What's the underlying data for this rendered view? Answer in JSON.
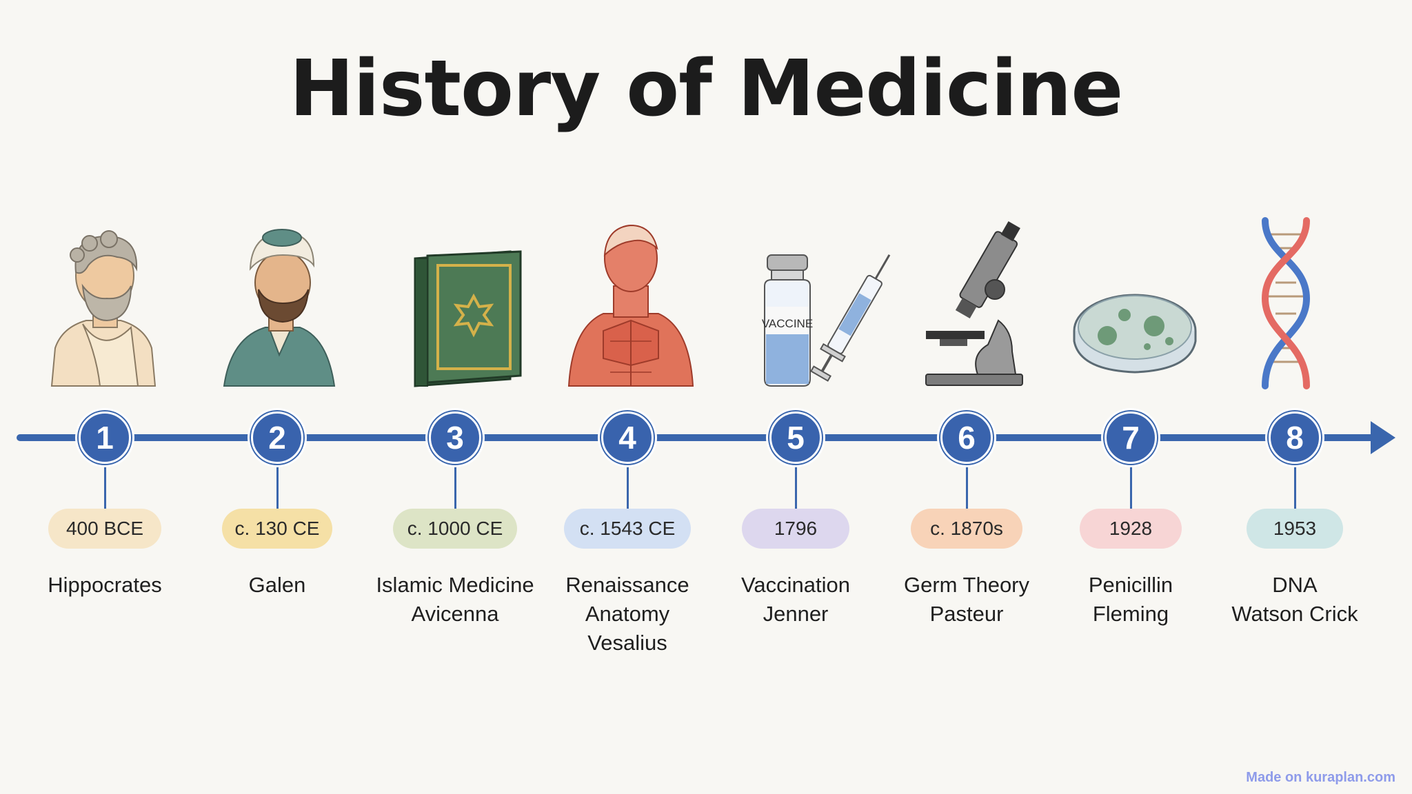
{
  "title": "History of Medicine",
  "accent_color": "#3a66ad",
  "credit": "Made on kuraplan.com",
  "events": [
    {
      "number": "1",
      "date": "400 BCE",
      "line1": "Hippocrates",
      "line2": "",
      "pill_color": "#f6e6c8",
      "icon": "hippocrates-bust-icon"
    },
    {
      "number": "2",
      "date": "c. 130 CE",
      "line1": "Galen",
      "line2": "",
      "pill_color": "#f5e0a6",
      "icon": "galen-portrait-icon"
    },
    {
      "number": "3",
      "date": "c. 1000 CE",
      "line1": "Islamic Medicine",
      "line2": "Avicenna",
      "pill_color": "#dde4c6",
      "icon": "book-icon"
    },
    {
      "number": "4",
      "date": "c. 1543 CE",
      "line1": "Renaissance Anatomy",
      "line2": "Vesalius",
      "pill_color": "#d3e0f3",
      "icon": "anatomy-muscles-icon"
    },
    {
      "number": "5",
      "date": "1796",
      "line1": "Vaccination",
      "line2": "Jenner",
      "pill_color": "#ddd7ee",
      "icon": "vaccine-syringe-icon"
    },
    {
      "number": "6",
      "date": "c. 1870s",
      "line1": "Germ Theory",
      "line2": "Pasteur",
      "pill_color": "#f8d3b8",
      "icon": "microscope-icon"
    },
    {
      "number": "7",
      "date": "1928",
      "line1": "Penicillin",
      "line2": "Fleming",
      "pill_color": "#f7d5d5",
      "icon": "petri-dish-icon"
    },
    {
      "number": "8",
      "date": "1953",
      "line1": "DNA",
      "line2": "Watson Crick",
      "pill_color": "#cfe6e6",
      "icon": "dna-helix-icon"
    }
  ],
  "vaccine_bottle_text": "VACCINE"
}
